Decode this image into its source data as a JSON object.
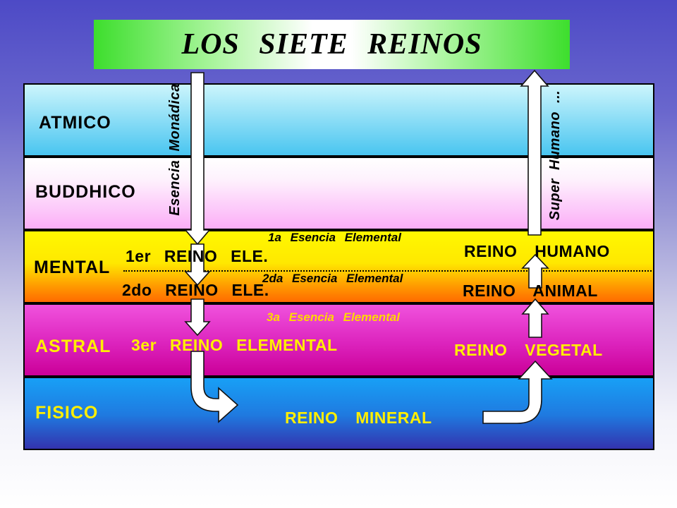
{
  "slide": {
    "title": "LOS  SIETE  REINOS"
  },
  "planes": [
    {
      "name": "ATMICO"
    },
    {
      "name": "BUDDHICO"
    },
    {
      "name": "MENTAL"
    },
    {
      "name": "ASTRAL"
    },
    {
      "name": "FISICO"
    }
  ],
  "mental_band": {
    "first_elemental_kingdom": "1er  REINO   ELE.",
    "second_elemental_kingdom": "2do  REINO   ELE.",
    "first_essence": "1a Esencia   Elemental",
    "second_essence": "2da Esencia   Elemental",
    "human_kingdom": "REINO    HUMANO",
    "animal_kingdom": "REINO    ANIMAL"
  },
  "astral_band": {
    "third_elemental_kingdom": "3er REINO   ELEMENTAL",
    "third_essence": "3a Esencia   Elemental",
    "vegetal_kingdom": "REINO    VEGETAL"
  },
  "fisico_band": {
    "mineral_kingdom": "REINO   MINERAL"
  },
  "flows": {
    "descending_label": "Esencia Monádica",
    "ascending_label": "Super  Humano ..."
  },
  "colors": {
    "background_top": "#4d4ac6",
    "background_bottom": "#ffffff",
    "title_green": "#3dde2d",
    "atmico_top": "#ccf5fc",
    "atmico_bottom": "#49c5f0",
    "buddhico_top": "#ffffff",
    "buddhico_bottom": "#fbaef7",
    "mental_top": "#fff800",
    "mental_bottom": "#ff6a00",
    "astral_top": "#f052dd",
    "astral_bottom": "#cb0098",
    "fisico_top": "#18a0f6",
    "fisico_bottom": "#3333ae",
    "label_yellow": "#ffef00",
    "essence_gold": "#ffd800",
    "arrow_fill": "#ffffff"
  }
}
